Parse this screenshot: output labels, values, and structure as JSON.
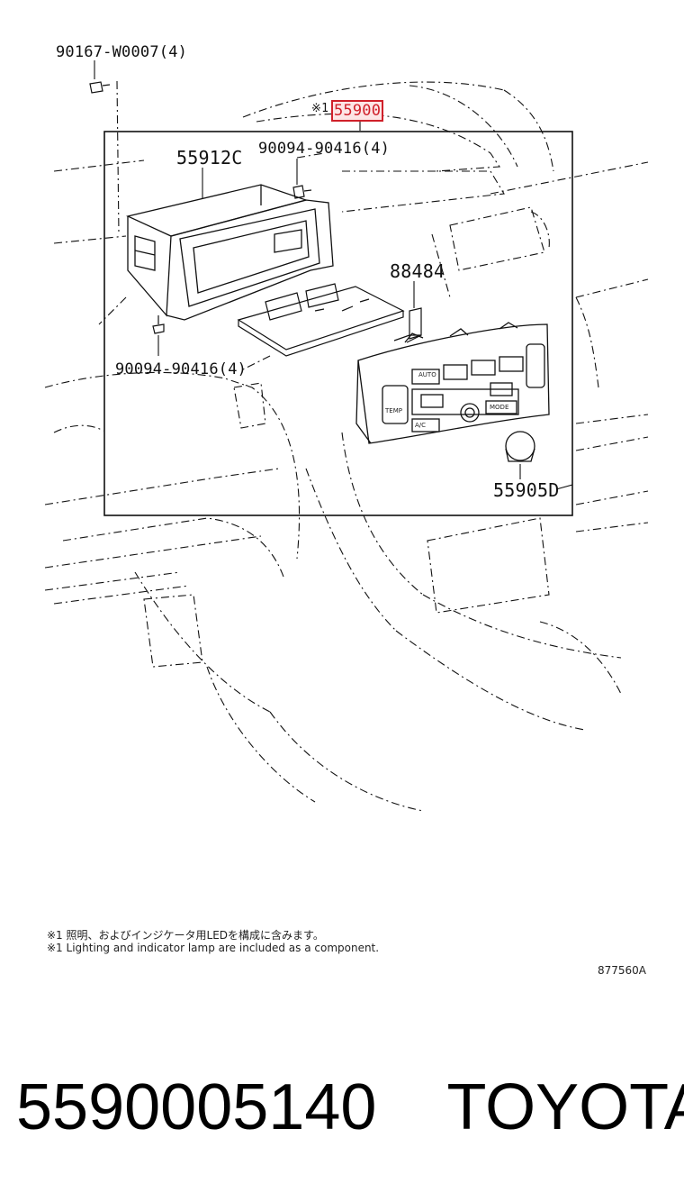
{
  "labels": {
    "screw_top": "90167-W0007(4)",
    "asm_prefix": "※1",
    "asm_part": "55900",
    "pocket": "55912C",
    "bolt_upper": "90094-90416(4)",
    "bracket": "88484",
    "bolt_lower": "90094-90416(4)",
    "knob": "55905D"
  },
  "panel_text": {
    "auto": "AUTO",
    "temp": "TEMP",
    "ac": "A/C",
    "mode": "MODE"
  },
  "notes": {
    "jp": "※1 照明、およびインジケータ用LEDを構成に含みます。",
    "en": "※1 Lighting and indicator lamp are included as a component."
  },
  "ref_code": "877560A",
  "footer": {
    "part_number": "5590005140",
    "brand": "TOYOTA"
  },
  "colors": {
    "highlight": "#d0202a",
    "line": "#111111"
  }
}
